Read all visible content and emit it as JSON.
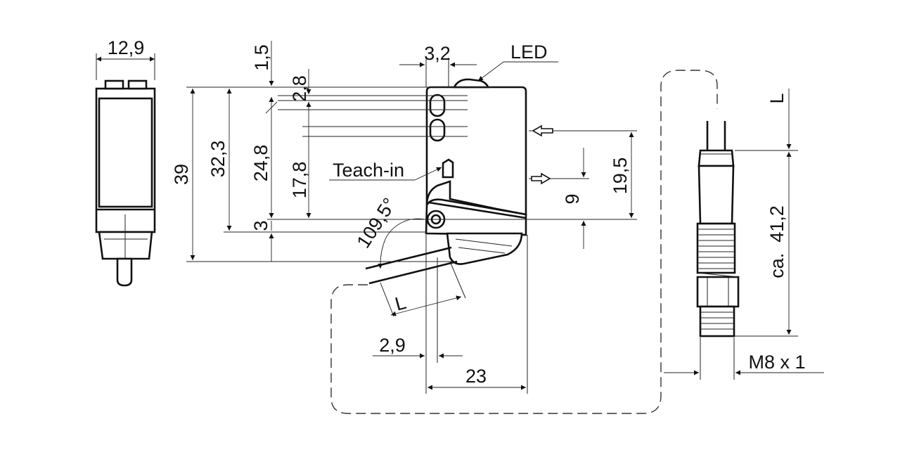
{
  "front_view": {
    "width_label": "12,9"
  },
  "side_view": {
    "led_label": "LED",
    "teach_in_label": "Teach-in",
    "dims": {
      "top_gap": "1,5",
      "hole_pitch": "3,2",
      "hole_offset": "2,8",
      "total_height": "39",
      "height_32": "32,3",
      "height_24": "24,8",
      "height_17": "17,8",
      "bottom_gap": "3",
      "optical_axis": "19,5",
      "mount_to_axis": "9",
      "angle": "109,5°",
      "cable_length": "L",
      "front_offset": "2,9",
      "depth": "23"
    }
  },
  "connector_view": {
    "cable_length": "L",
    "connector_length": "ca.  41,2",
    "thread": "M8 x 1"
  }
}
